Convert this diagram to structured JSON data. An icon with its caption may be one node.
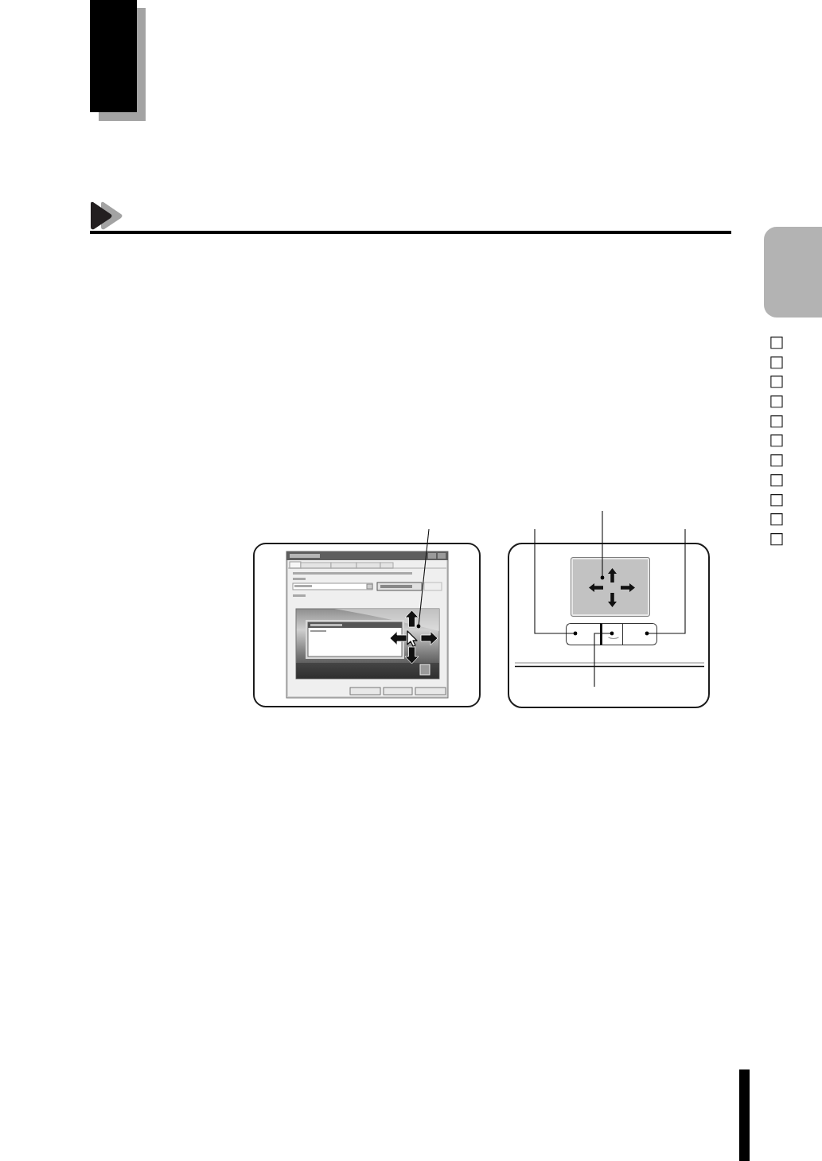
{
  "diagram": {
    "nodes": [
      {
        "text": [],
        "shape": "box"
      },
      {
        "text": [],
        "shape": "picture"
      },
      {
        "text": [],
        "shape": "box"
      },
      {
        "text": [],
        "shape": "box"
      },
      {
        "text": [],
        "shape": "box"
      },
      {
        "text": [],
        "shape": "box"
      }
    ],
    "edges": [
      {
        "from": null,
        "to": 1,
        "arrow": "other"
      },
      {
        "from": null,
        "to": 3,
        "arrow": "other"
      },
      {
        "from": null,
        "to": 2,
        "arrow": "other"
      },
      {
        "from": null,
        "to": 5,
        "arrow": "other"
      },
      {
        "from": null,
        "to": 4,
        "arrow": "other"
      }
    ],
    "labels": [
      "□□□□□□□□□□□"
    ]
  }
}
